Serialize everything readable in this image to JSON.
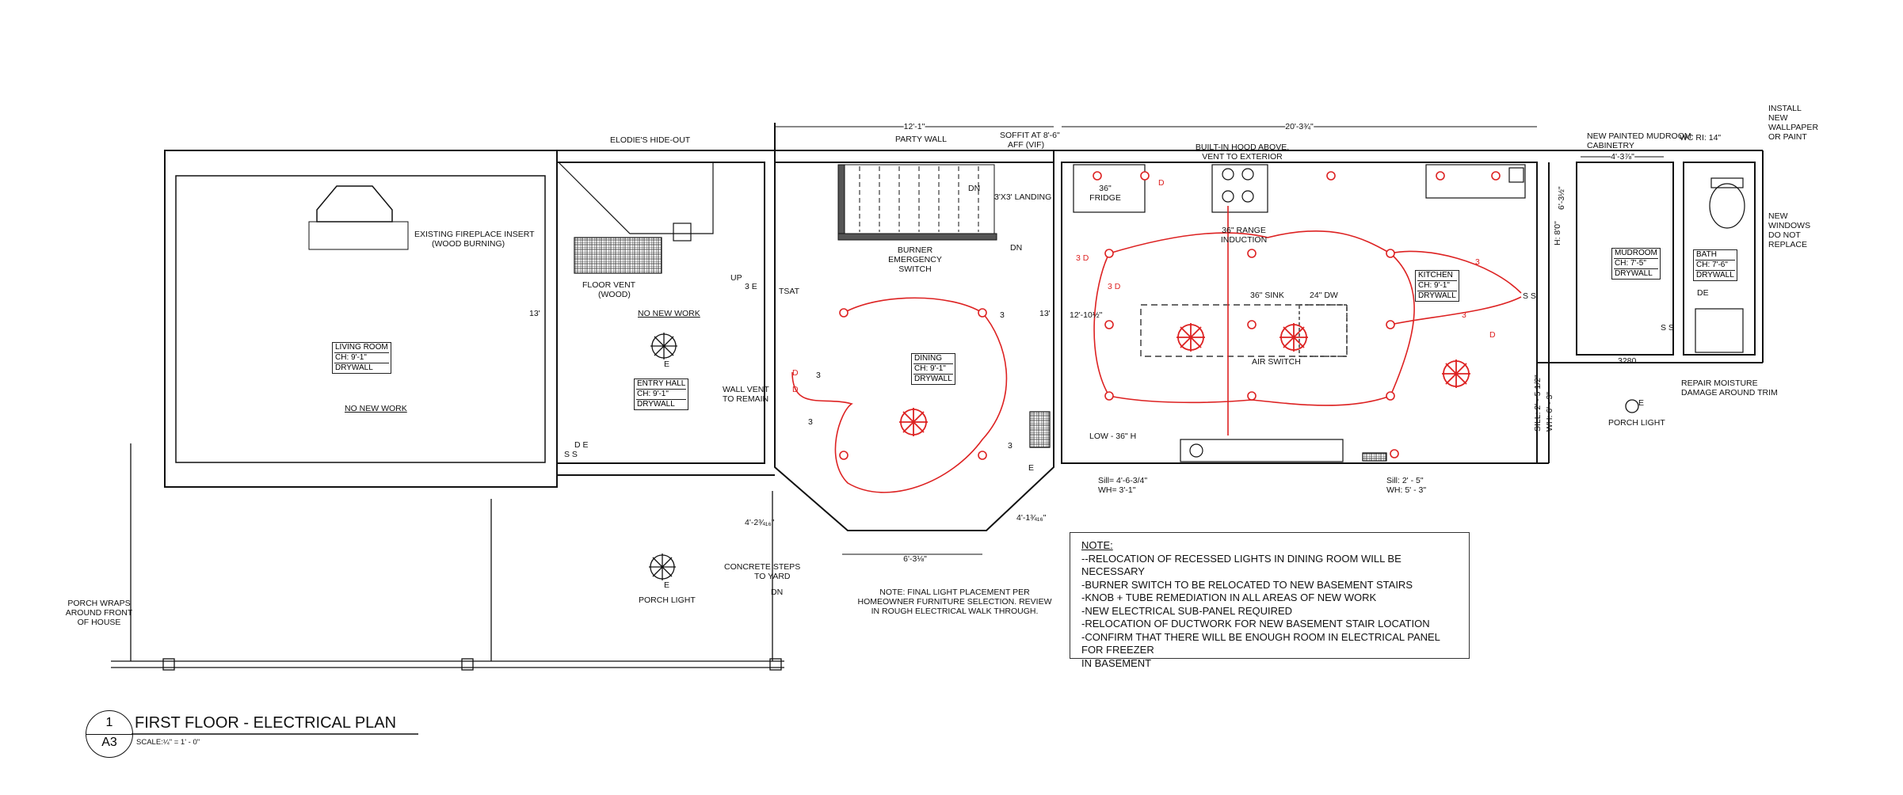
{
  "colors": {
    "linework": "#222222",
    "electrical": "#dd2222"
  },
  "sheet": {
    "plan_number": "1",
    "sheet_number": "A3",
    "title": "FIRST FLOOR - ELECTRICAL PLAN",
    "scale": "SCALE:¼\" = 1' - 0\""
  },
  "rooms": {
    "living": {
      "name": "LIVING ROOM",
      "ch": "CH: 9'-1\"",
      "finish": "DRYWALL"
    },
    "entry": {
      "name": "ENTRY HALL",
      "ch": "CH: 9'-1\"",
      "finish": "DRYWALL"
    },
    "dining": {
      "name": "DINING",
      "ch": "CH: 9'-1\"",
      "finish": "DRYWALL"
    },
    "kitchen": {
      "name": "KITCHEN",
      "ch": "CH: 9'-1\"",
      "finish": "DRYWALL"
    },
    "mudroom": {
      "name": "MUDROOM",
      "ch": "CH: 7'-5\"",
      "finish": "DRYWALL"
    },
    "bath": {
      "name": "BATH",
      "ch": "CH: 7'-6\"",
      "finish": "DRYWALL"
    }
  },
  "labels": {
    "elodie": "ELODIE'S HIDE-OUT",
    "party_wall": "PARTY WALL",
    "soffit": "SOFFIT AT 8'-6\"",
    "soffit2": "AFF (VIF)",
    "landing": "3'X3' LANDING",
    "dn_top": "DN",
    "dn_stair": "DN",
    "hood1": "BUILT-IN HOOD ABOVE,",
    "hood2": "VENT TO EXTERIOR",
    "mudroom_cab1": "NEW PAINTED MUDROOM",
    "mudroom_cab2": "CABINETRY",
    "wc_ri": "WC RI: 14\"",
    "wallpaper": [
      "INSTALL",
      "NEW",
      "WALLPAPER",
      "OR PAINT"
    ],
    "windows": [
      "NEW",
      "WINDOWS",
      "DO NOT",
      "REPLACE"
    ],
    "fireplace1": "EXISTING FIREPLACE INSERT",
    "fireplace2": "(WOOD BURNING)",
    "floor_vent1": "FLOOR VENT",
    "floor_vent2": "(WOOD)",
    "up": "UP",
    "tsat": "TSAT",
    "no_new_work_entry": "NO NEW WORK",
    "no_new_work_living": "NO NEW WORK",
    "burner1": "BURNER",
    "burner2": "EMERGENCY",
    "burner3": "SWITCH",
    "fridge1": "36\"",
    "fridge2": "FRIDGE",
    "range1": "36\" RANGE",
    "range2": "INDUCTION",
    "sink": "36\" SINK",
    "dw": "24\" DW",
    "air_switch": "AIR SWITCH",
    "wall_vent1": "WALL VENT",
    "wall_vent2": "TO REMAIN",
    "low": "LOW - 36\" H",
    "sill1a": "Sill= 4'-6-3/4\"",
    "sill1b": "WH= 3'-1\"",
    "sill2a": "Sill: 2' - 5\"",
    "sill2b": "WH: 5' - 3\"",
    "sill3": "SILL: 2' - 5 1/2\"",
    "sill3b": "WH: 6' - 3\"",
    "porch_light_right": "PORCH LIGHT",
    "porch_light_left": "PORCH LIGHT",
    "repair1": "REPAIR MOISTURE",
    "repair2": "DAMAGE AROUND TRIM",
    "porch_wraps": [
      "PORCH WRAPS",
      "AROUND FRONT",
      "OF HOUSE"
    ],
    "concrete1": "CONCRETE STEPS",
    "concrete2": "TO YARD",
    "dn_steps": "DN",
    "note_final": [
      "NOTE: FINAL LIGHT PLACEMENT PER",
      "HOMEOWNER FURNITURE SELECTION. REVIEW",
      "IN ROUGH ELECTRICAL WALK THROUGH."
    ],
    "code_3280": "3280",
    "h80": "H: 8'0\""
  },
  "dimensions": {
    "top_dining": "12'-1\"",
    "top_kitchen": "20'-3¾\"",
    "mud_w": "4'-3⅞\"",
    "kit_left": "6'-3½\"",
    "d_13_left": "13'",
    "d_13_right": "13'",
    "d_12": "12'-10½\"",
    "bay_left": "4'-2¾₁₆\"",
    "bay_right": "4'-1¾₁₆\"",
    "bay_bottom": "6'-3⅛\""
  },
  "circuit_marks": {
    "d1": "D",
    "d2": "D",
    "d3": "D",
    "d4": "D",
    "n3a": "3",
    "n3b": "3",
    "n3c": "3",
    "n3d": "3",
    "n3e": "3",
    "n3f": "3",
    "e_a": "E",
    "e_b": "E",
    "e_c": "E",
    "e_d": "E",
    "threeD1": "3 D",
    "threeD2": "3 D",
    "de1": "D E",
    "de2": "DE",
    "ss": "S S",
    "ss2": "S S",
    "ss3": "S S",
    "three_e": "3 E"
  },
  "notes": {
    "heading": "NOTE:",
    "lines": [
      "--RELOCATION OF RECESSED LIGHTS IN DINING ROOM WILL BE NECESSARY",
      "-BURNER SWITCH TO BE RELOCATED TO NEW BASEMENT STAIRS",
      "-KNOB + TUBE REMEDIATION IN ALL AREAS OF NEW WORK",
      "-NEW ELECTRICAL SUB-PANEL REQUIRED",
      "-RELOCATION OF DUCTWORK FOR NEW BASEMENT STAIR LOCATION",
      "-CONFIRM THAT THERE WILL BE ENOUGH ROOM IN ELECTRICAL PANEL FOR FREEZER",
      "IN BASEMENT"
    ]
  }
}
